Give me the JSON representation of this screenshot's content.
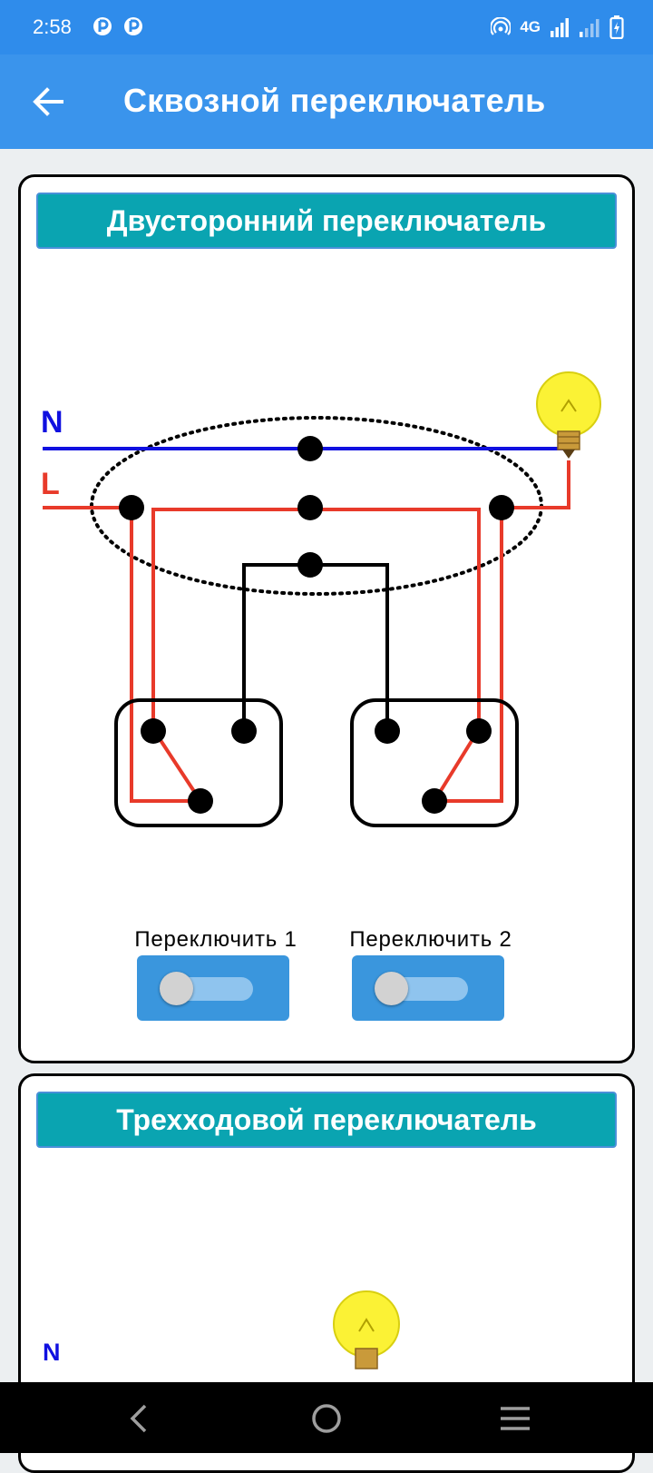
{
  "status_bar": {
    "time": "2:58",
    "network": "4G",
    "icons": [
      "app-notification-icon",
      "app-notification-icon",
      "hotspot-icon",
      "signal-icon",
      "signal-weak-icon",
      "battery-charging-icon"
    ]
  },
  "app_bar": {
    "title": "Сквозной переключатель",
    "back_icon": "arrow-left-icon"
  },
  "cards": [
    {
      "title": "Двусторонний переключатель",
      "diagram": {
        "neutral_label": "N",
        "line_label": "L",
        "colors": {
          "neutral": "#1010e0",
          "line": "#e83a2a",
          "jumper": "#000000",
          "lamp": "#fbf235"
        }
      },
      "switches": [
        {
          "label": "Переключить 1",
          "on": false
        },
        {
          "label": "Переключить 2",
          "on": false
        }
      ]
    },
    {
      "title": "Трехходовой переключатель",
      "diagram": {
        "neutral_label": "N"
      }
    }
  ],
  "nav_bar": {
    "buttons": [
      "back-nav-icon",
      "home-nav-icon",
      "recents-nav-icon"
    ]
  },
  "colors": {
    "status_bar": "#2f8ceb",
    "app_bar": "#3a94ec",
    "card_header": "#0aa4b1",
    "toggle": "#3a96dd"
  }
}
